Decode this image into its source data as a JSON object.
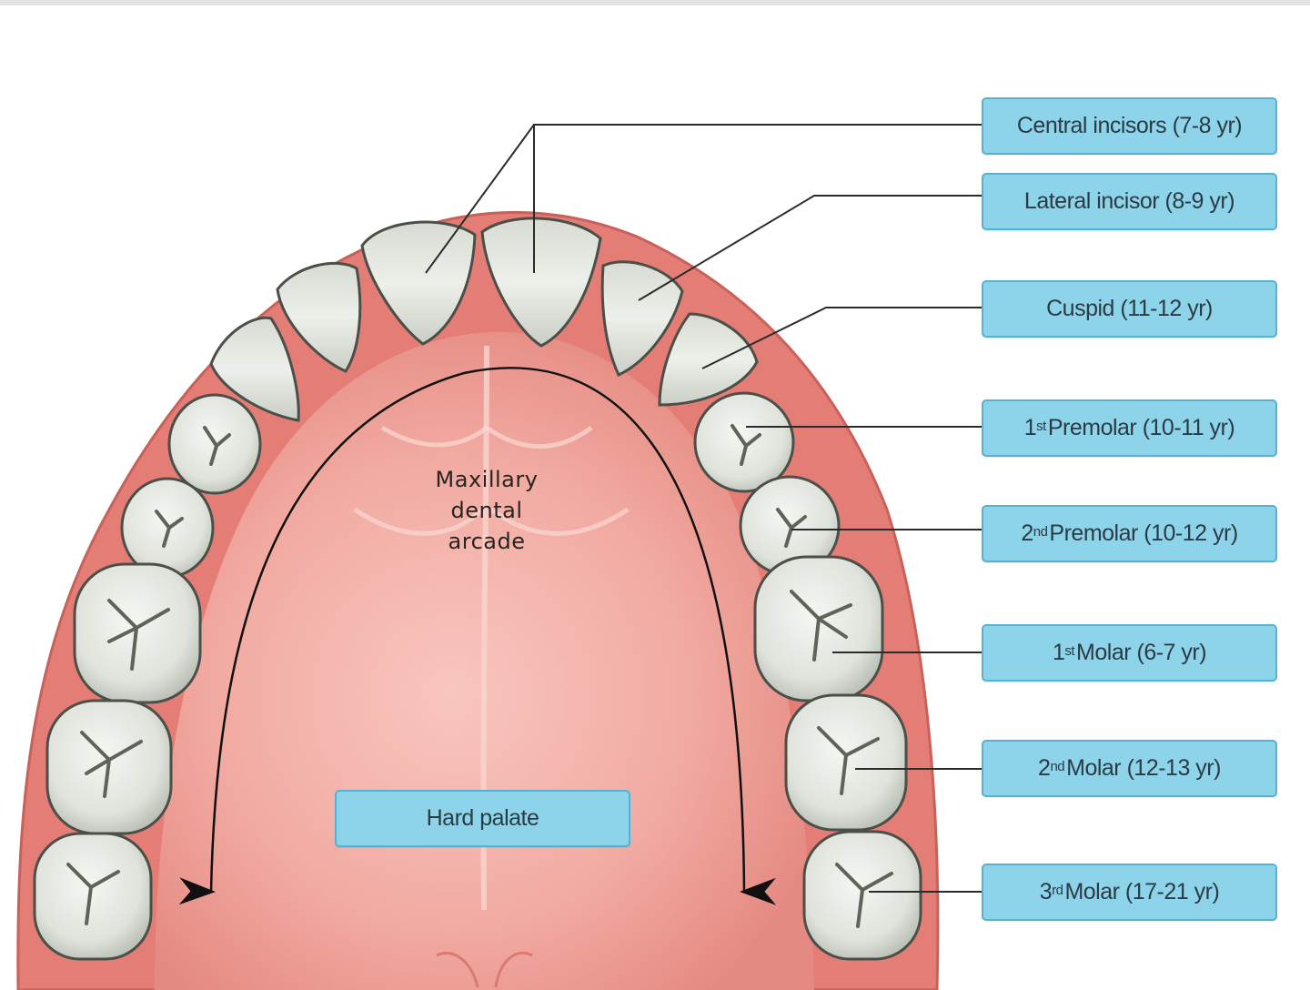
{
  "diagram": {
    "arcade_label": "Maxillary dental arcade",
    "labels": {
      "central_incisors": "Central incisors (7-8 yr)",
      "lateral_incisor": "Lateral incisor (8-9 yr)",
      "cuspid": "Cuspid (11-12 yr)",
      "premolar_1": {
        "ord": "1",
        "sup": "st",
        "text": "Premolar (10-11 yr)"
      },
      "premolar_2": {
        "ord": "2",
        "sup": "nd",
        "text": "Premolar (10-12 yr)"
      },
      "molar_1": {
        "ord": "1",
        "sup": "st",
        "text": "Molar (6-7 yr)"
      },
      "molar_2": {
        "ord": "2",
        "sup": "nd",
        "text": "Molar (12-13 yr)"
      },
      "molar_3": {
        "ord": "3",
        "sup": "rd",
        "text": "Molar (17-21 yr)"
      },
      "hard_palate": "Hard palate"
    }
  },
  "colors": {
    "label_fill": "#8dd3ea",
    "label_border": "#55b2d2",
    "gum": "#e7857e",
    "palate": "#f3b2aa",
    "tooth": "#e4e7e1",
    "leader_line": "#2b2b2b"
  }
}
